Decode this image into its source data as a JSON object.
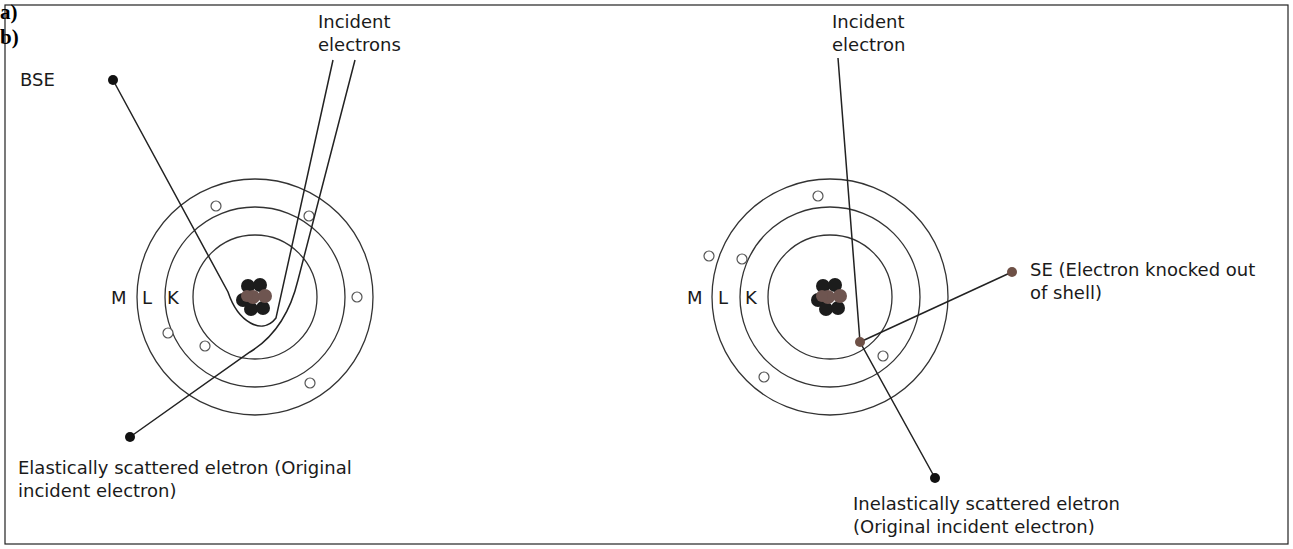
{
  "diagram": {
    "labels": [
      "BSE",
      "Incident electrons",
      "M",
      "L",
      "K",
      "a)",
      "Elastically scattered eletron (Original incident electron)",
      "Incident electron",
      "M",
      "L",
      "K",
      "SE (Electron knocked out of shell)",
      "b)",
      "Inelastically scattered eletron (Original incident electron)"
    ]
  }
}
